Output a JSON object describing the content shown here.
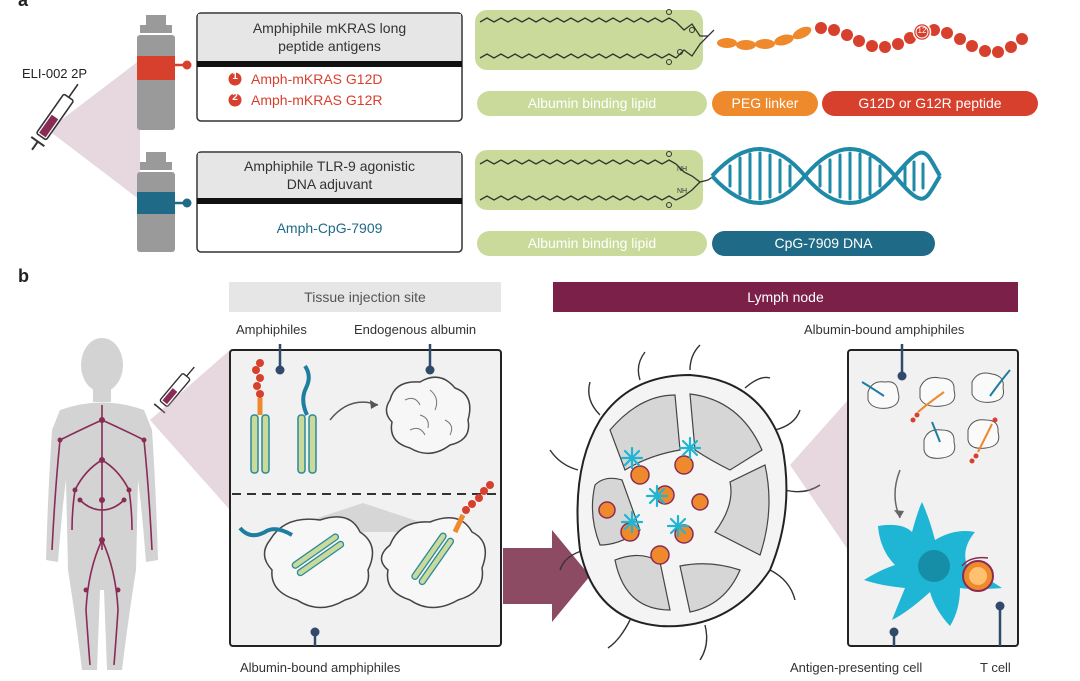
{
  "panel_a": {
    "panel_letter": "a",
    "product_label": "ELI-002 2P",
    "box1": {
      "title_line1": "Amphiphile mKRAS long",
      "title_line2": "peptide antigens",
      "items": [
        {
          "number": "1",
          "text": "Amph-mKRAS G12D"
        },
        {
          "number": "2",
          "text": "Amph-mKRAS G12R"
        }
      ]
    },
    "box2": {
      "title_line1": "Amphiphile TLR-9 agonistic",
      "title_line2": "DNA adjuvant",
      "item": "Amph-CpG-7909"
    },
    "row1_pills": {
      "lipid": "Albumin binding lipid",
      "peg": "PEG linker",
      "peptide": "G12D or G12R peptide"
    },
    "row1_marker": "12",
    "row2_pills": {
      "lipid": "Albumin binding lipid",
      "dna": "CpG-7909 DNA"
    },
    "chem": {
      "amine1": "NH",
      "amine2": "NH"
    }
  },
  "panel_b": {
    "panel_letter": "b",
    "tissue_header": "Tissue injection site",
    "lymph_header": "Lymph node",
    "amphiphiles_label": "Amphiphiles",
    "endogenous_label": "Endogenous albumin",
    "albumin_bound_bottom": "Albumin-bound amphiphiles",
    "albumin_bound_right": "Albumin-bound amphiphiles",
    "apc_label": "Antigen-presenting cell",
    "tcell_label": "T cell"
  },
  "colors": {
    "red": "#d8402e",
    "orange": "#ee8a2c",
    "lipid_green": "#c9da9a",
    "teal": "#2a7f9a",
    "cyan": "#1fb5d4",
    "lymph_maroon": "#7b2149",
    "arrow_maroon": "#8c4a63",
    "gray_header": "#e6e6e6"
  }
}
